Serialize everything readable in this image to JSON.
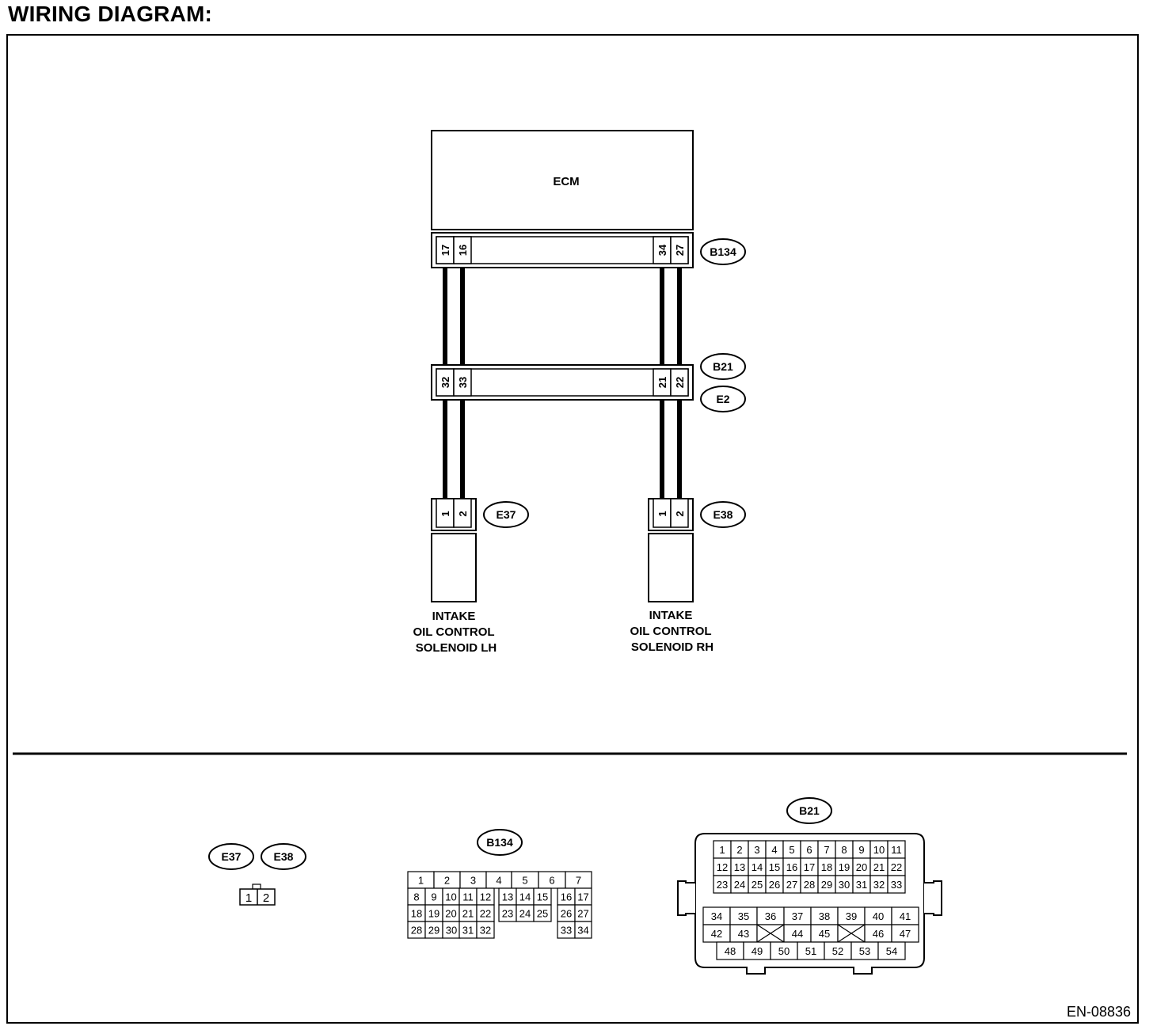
{
  "title": "WIRING DIAGRAM:",
  "figure_code": "EN-08836",
  "ecm": {
    "label": "ECM",
    "connector": "B134",
    "pins": [
      "17",
      "16",
      "34",
      "27"
    ]
  },
  "junction": {
    "upper": "B21",
    "lower": "E2",
    "pins": [
      "32",
      "33",
      "21",
      "22"
    ]
  },
  "solenoid_lh": {
    "connector": "E37",
    "pins": [
      "1",
      "2"
    ],
    "label": [
      "INTAKE",
      "OIL CONTROL",
      "SOLENOID LH"
    ]
  },
  "solenoid_rh": {
    "connector": "E38",
    "pins": [
      "1",
      "2"
    ],
    "label": [
      "INTAKE",
      "OIL CONTROL",
      "SOLENOID RH"
    ]
  },
  "views": {
    "e37_e38": {
      "tags": [
        "E37",
        "E38"
      ],
      "pins": [
        "1",
        "2"
      ]
    },
    "b134": {
      "tag": "B134",
      "rows": [
        [
          "1",
          "2",
          "3",
          "4",
          "5",
          "6",
          "7"
        ],
        [
          "8",
          "9",
          "10",
          "11",
          "12",
          "13",
          "14",
          "15",
          "16",
          "17"
        ],
        [
          "18",
          "19",
          "20",
          "21",
          "22",
          "23",
          "24",
          "25",
          "26",
          "27"
        ],
        [
          "28",
          "29",
          "30",
          "31",
          "32",
          "33",
          "34"
        ]
      ]
    },
    "b21": {
      "tag": "B21",
      "rows": [
        [
          "1",
          "2",
          "3",
          "4",
          "5",
          "6",
          "7",
          "8",
          "9",
          "10",
          "11"
        ],
        [
          "12",
          "13",
          "14",
          "15",
          "16",
          "17",
          "18",
          "19",
          "20",
          "21",
          "22"
        ],
        [
          "23",
          "24",
          "25",
          "26",
          "27",
          "28",
          "29",
          "30",
          "31",
          "32",
          "33"
        ],
        [
          "34",
          "35",
          "36",
          "37",
          "38",
          "39",
          "40",
          "41"
        ],
        [
          "42",
          "43",
          "",
          "44",
          "45",
          "",
          "46",
          "47"
        ],
        [
          "48",
          "49",
          "50",
          "51",
          "52",
          "53",
          "54"
        ]
      ]
    }
  }
}
